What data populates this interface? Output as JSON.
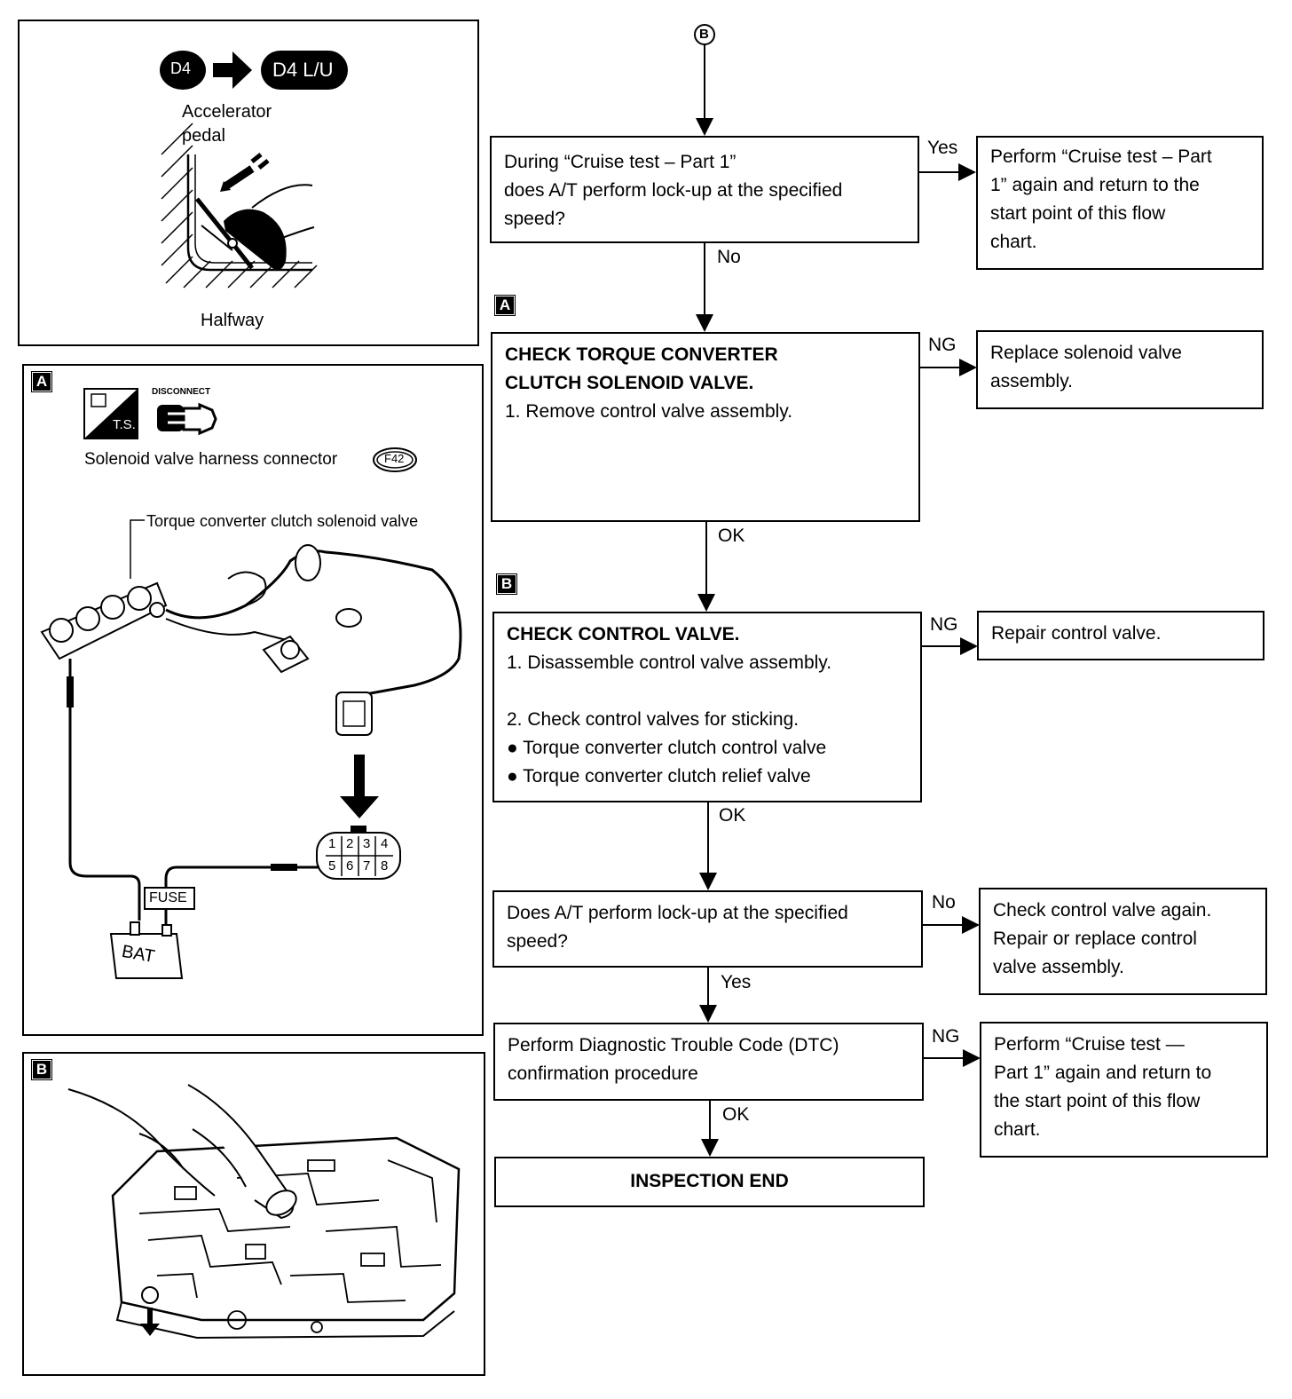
{
  "left_panels": {
    "top": {
      "mode_from": "D4",
      "mode_to": "D4 L/U",
      "pedal_label_1": "Accelerator",
      "pedal_label_2": "pedal",
      "position_label": "Halfway"
    },
    "panel_a": {
      "tag": "A",
      "ts_label": "T.S.",
      "disconnect_label": "DISCONNECT",
      "connector_label": "Solenoid valve harness connector",
      "connector_code": "F42",
      "valve_label": "Torque converter clutch solenoid valve",
      "fuse_label": "FUSE",
      "battery_label": "BAT",
      "pins": [
        "1",
        "2",
        "3",
        "4",
        "5",
        "6",
        "7",
        "8"
      ]
    },
    "panel_b": {
      "tag": "B"
    }
  },
  "flow": {
    "start_marker": "B",
    "box1": {
      "lines": [
        "During “Cruise test – Part 1”",
        "does A/T perform lock-up at the specified",
        "speed?"
      ],
      "yes": "Yes",
      "no": "No",
      "yes_result": [
        "Perform “Cruise test – Part",
        "1” again and return to the",
        "start point of this flow",
        "chart."
      ]
    },
    "tag_a": "A",
    "box2": {
      "title": [
        "CHECK TORQUE CONVERTER",
        "CLUTCH SOLENOID VALVE."
      ],
      "lines": [
        "1. Remove control valve assembly."
      ],
      "ng": "NG",
      "ok": "OK",
      "ng_result": [
        "Replace solenoid valve",
        "assembly."
      ]
    },
    "tag_b": "B",
    "box3": {
      "title": [
        "CHECK CONTROL VALVE."
      ],
      "lines": [
        "1. Disassemble control valve assembly.",
        "",
        "2. Check control valves for sticking.",
        "● Torque converter clutch control valve",
        "● Torque converter clutch relief valve"
      ],
      "ng": "NG",
      "ok": "OK",
      "ng_result": [
        "Repair control valve."
      ]
    },
    "box4": {
      "lines": [
        "Does A/T perform lock-up at the specified",
        "speed?"
      ],
      "no": "No",
      "yes": "Yes",
      "no_result": [
        "Check control valve again.",
        "Repair or replace control",
        "valve assembly."
      ]
    },
    "box5": {
      "lines": [
        "Perform Diagnostic Trouble Code (DTC)",
        "confirmation procedure"
      ],
      "ng": "NG",
      "ok": "OK",
      "ng_result": [
        "Perform “Cruise test —",
        "Part 1” again and return to",
        "the start point of this flow",
        "chart."
      ]
    },
    "end_box": "INSPECTION END"
  }
}
